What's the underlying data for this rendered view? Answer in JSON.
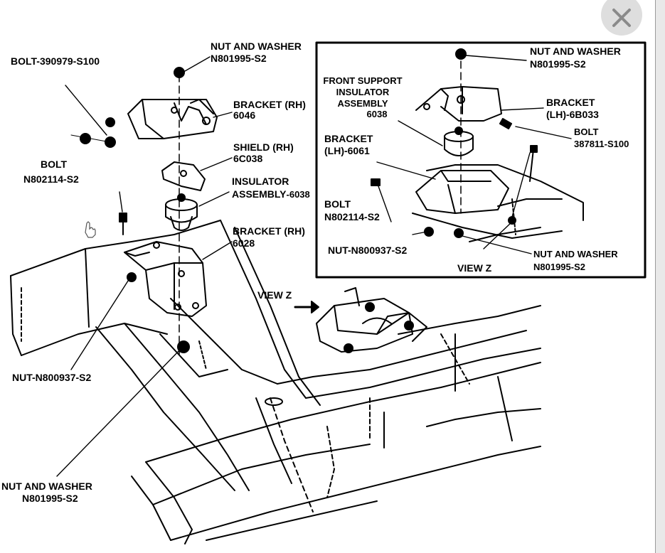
{
  "labels": {
    "bolt_390979": "BOLT-390979-S100",
    "nut_washer_top_1": "NUT AND WASHER",
    "nut_washer_top_2": "N801995-S2",
    "bracket_rh_6046_1": "BRACKET (RH)",
    "bracket_rh_6046_2": "6046",
    "shield_rh_1": "SHIELD (RH)",
    "shield_rh_2": "6C038",
    "bolt_left_1": "BOLT",
    "bolt_left_2": "N802114-S2",
    "insulator_1": "INSULATOR",
    "insulator_2": "ASSEMBLY",
    "insulator_3": "-6038",
    "bracket_rh_6028_1": "BRACKET (RH)",
    "bracket_rh_6028_2": "6028",
    "nut_left": "NUT-N800937-S2",
    "nut_washer_bottom_1": "NUT AND WASHER",
    "nut_washer_bottom_2": "N801995-S2",
    "view_z_main": "VIEW Z"
  },
  "inset": {
    "nut_washer_top_1": "NUT AND WASHER",
    "nut_washer_top_2": "N801995-S2",
    "front_support_1": "FRONT SUPPORT",
    "front_support_2": "INSULATOR",
    "front_support_3": "ASSEMBLY",
    "front_support_4": "6038",
    "bracket_lh_6b033_1": "BRACKET",
    "bracket_lh_6b033_2": "(LH)-6B033",
    "bracket_lh_6061_1": "BRACKET",
    "bracket_lh_6061_2": "(LH)-6061",
    "bolt_387811_1": "BOLT",
    "bolt_387811_2": "387811-S100",
    "bolt_1": "BOLT",
    "bolt_2": "N802114-S2",
    "nut": "NUT-N800937-S2",
    "nut_washer_bottom_1": "NUT AND WASHER",
    "nut_washer_bottom_2": "N801995-S2",
    "view_z": "VIEW Z"
  },
  "controls": {
    "close_symbol": "✕"
  }
}
